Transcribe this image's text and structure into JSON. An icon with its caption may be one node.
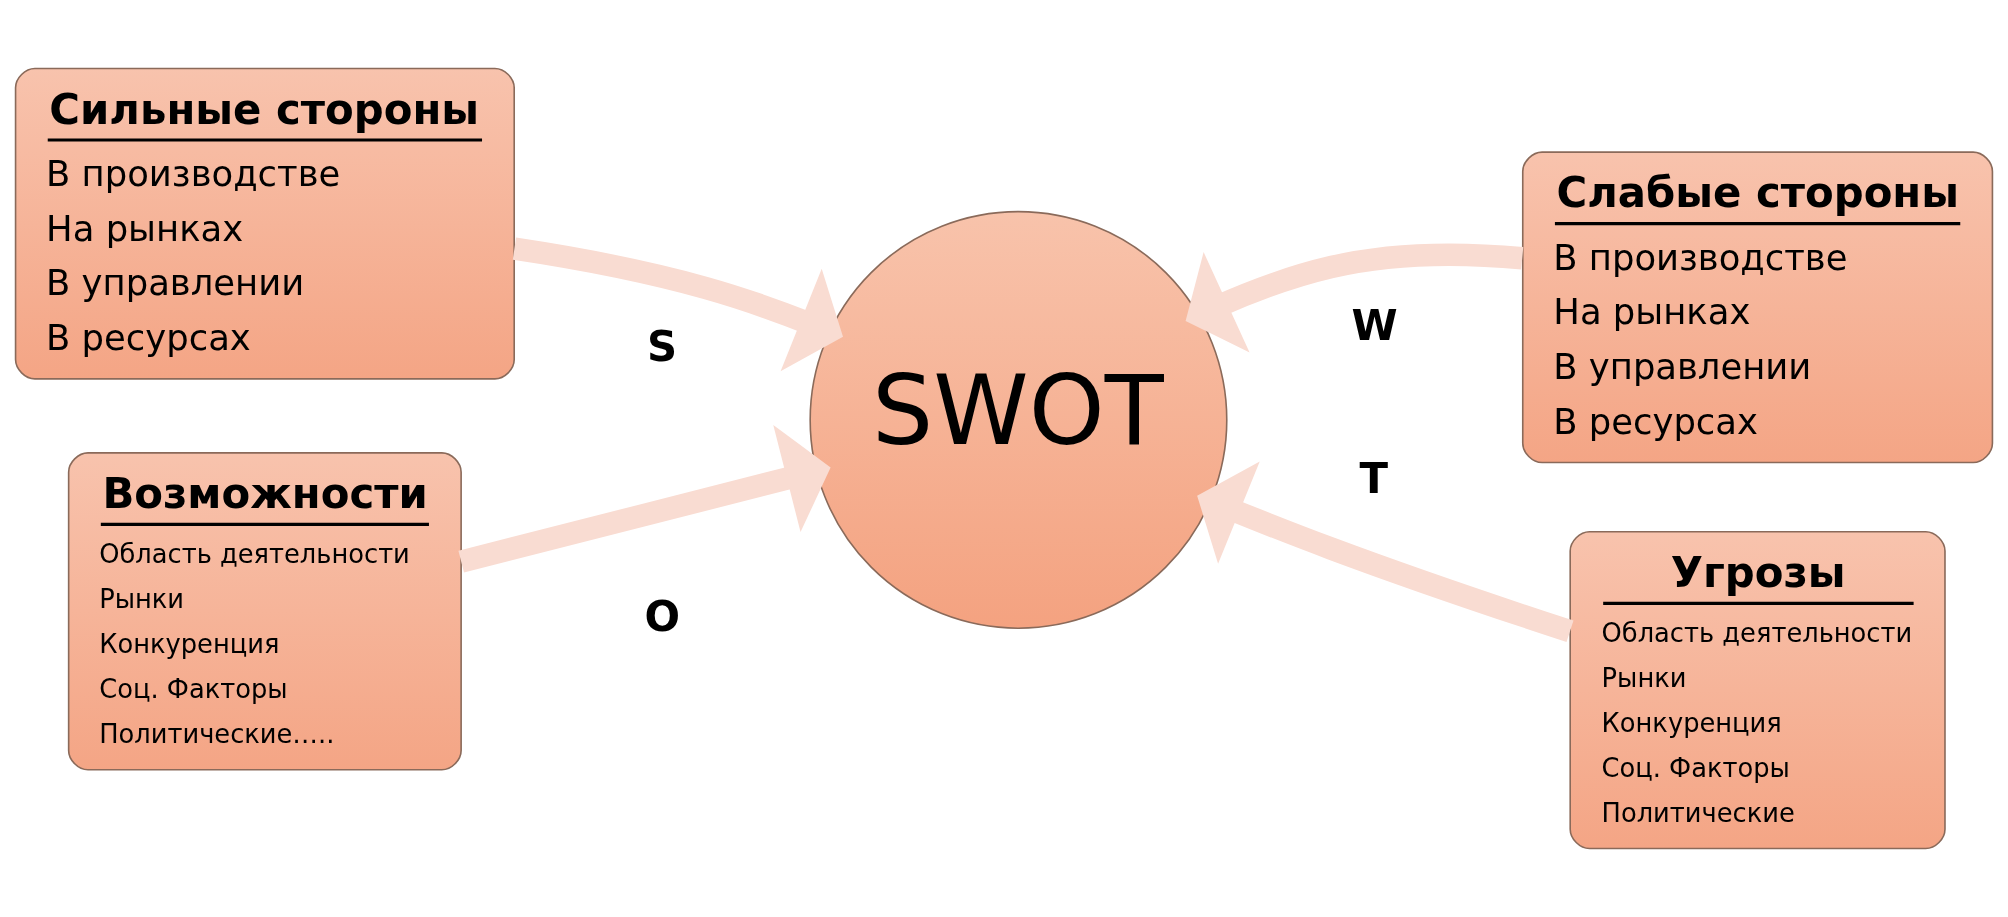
{
  "diagram": {
    "nodes": [
      {
        "text": [
          "Сильные стороны",
          "В производстве",
          "На рынках",
          "В управлении",
          "В ресурсах"
        ]
      },
      {
        "text": [
          "Слабые стороны",
          "В производстве",
          "На рынках",
          "В управлении",
          "В ресурсах"
        ]
      },
      {
        "text": [
          "SWOT"
        ]
      },
      {
        "text": [
          "Возможности",
          "Область деятельности",
          "Рынки",
          "Конкуренция",
          "Соц. Факторы",
          "Политические….."
        ]
      },
      {
        "text": [
          "Угрозы",
          "Область деятельности",
          "Рынки",
          "Конкуренция",
          "Соц. Факторы",
          "Политические"
        ]
      }
    ],
    "edges": [
      {
        "from": 0,
        "to": 2,
        "arrow": "to"
      },
      {
        "from": 1,
        "to": 2,
        "arrow": "to"
      },
      {
        "from": 3,
        "to": 2,
        "arrow": "to"
      },
      {
        "from": 4,
        "to": 2,
        "arrow": "to"
      }
    ],
    "labels": [
      "S",
      "W",
      "O",
      "T"
    ]
  }
}
